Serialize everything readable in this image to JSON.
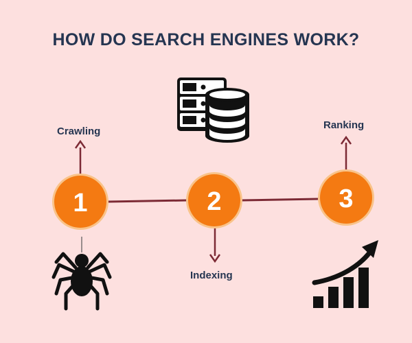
{
  "title": "HOW DO SEARCH ENGINES WORK?",
  "steps": [
    {
      "number": "1",
      "label": "Crawling",
      "icon": "spider-icon"
    },
    {
      "number": "2",
      "label": "Indexing",
      "icon": "database-server-icon"
    },
    {
      "number": "3",
      "label": "Ranking",
      "icon": "growth-chart-icon"
    }
  ],
  "colors": {
    "background": "#fde0df",
    "circle_fill": "#f47a12",
    "circle_ring": "#f9c389",
    "connector": "#7c2a35",
    "text": "#253551"
  }
}
